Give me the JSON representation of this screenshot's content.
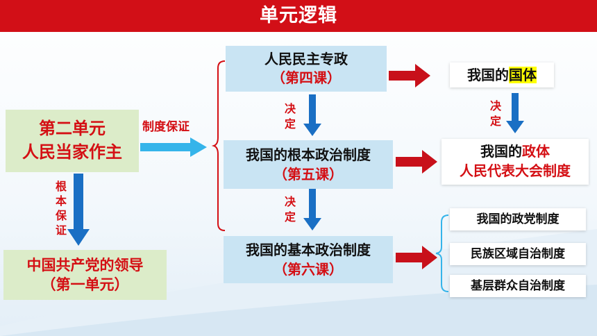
{
  "title": "单元逻辑",
  "unit_box": {
    "line1": "第二单元",
    "line2": "人民当家作主"
  },
  "guarantee_label": "制度保证",
  "root_guarantee_label": [
    "根",
    "本",
    "保",
    "证"
  ],
  "party_box": {
    "line1": "中国共产党的领导",
    "line2": "（第一单元）"
  },
  "lesson4": {
    "line1": "人民民主专政",
    "line2": "（第四课）"
  },
  "lesson5": {
    "line1": "我国的根本政治制度",
    "line2": "（第五课）"
  },
  "lesson6": {
    "line1": "我国的基本政治制度",
    "line2": "（第六课）"
  },
  "decide_label": [
    "决",
    "定"
  ],
  "guoti": {
    "prefix": "我国的",
    "highlight": "国体"
  },
  "zhengti": {
    "prefix": "我国的",
    "highlight": "政体",
    "line2": "人民代表大会制度"
  },
  "basic_systems": [
    "我国的政党制度",
    "民族区域自治制度",
    "基层群众自治制度"
  ],
  "colors": {
    "title_bar": "#d20f17",
    "red_text": "#d40f14",
    "green_box": "#dcecc9",
    "blue_box": "#c9e4f3",
    "blue_arrow": "#1a73c8",
    "red_arrow": "#c8101a",
    "cyan_arrow": "#35b4ea"
  }
}
